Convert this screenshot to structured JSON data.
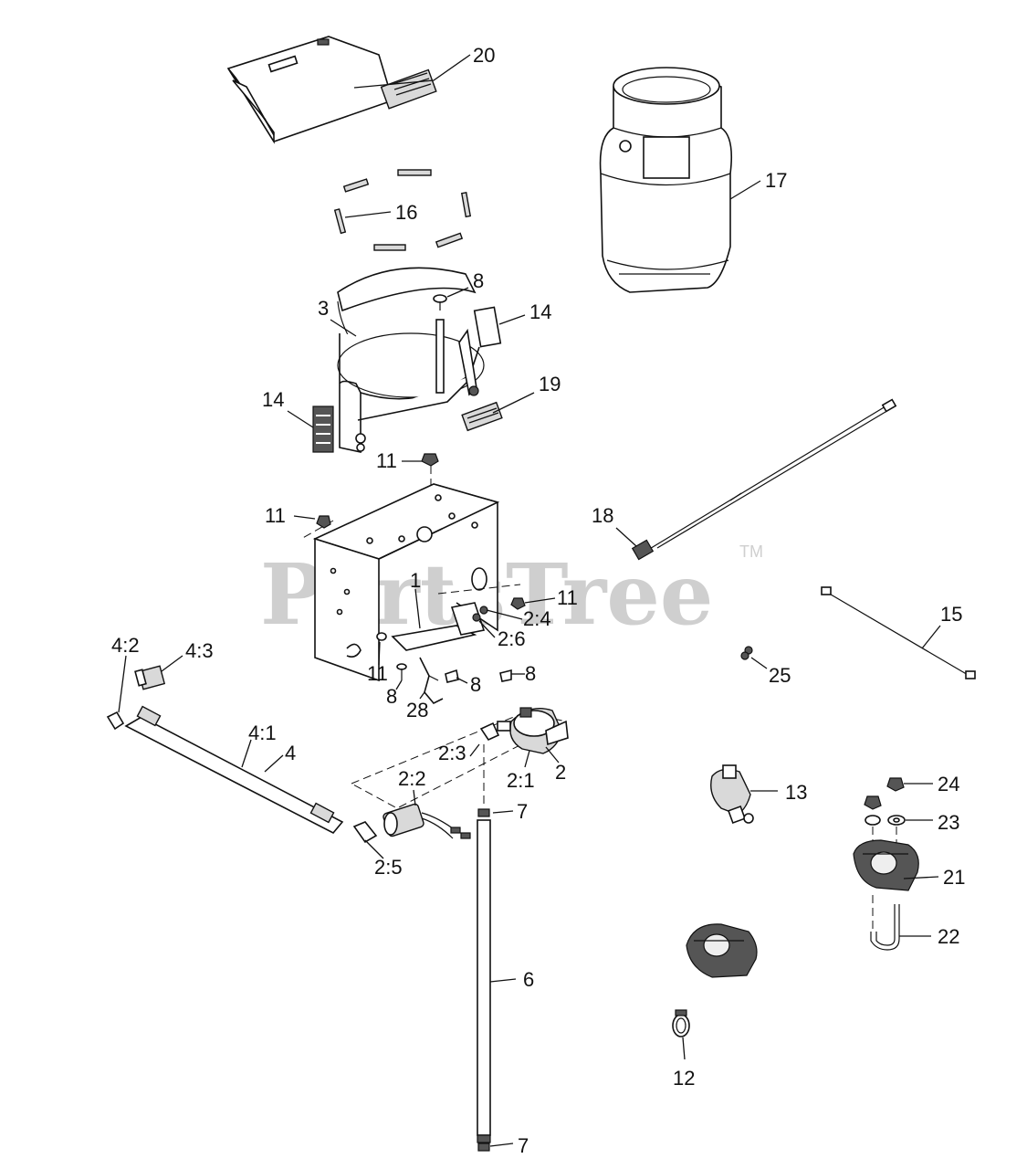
{
  "watermark": {
    "text": "PartsTree",
    "trademark": "TM"
  },
  "callouts": [
    {
      "id": "c20",
      "text": "20"
    },
    {
      "id": "c17",
      "text": "17"
    },
    {
      "id": "c16",
      "text": "16"
    },
    {
      "id": "c8a",
      "text": "8"
    },
    {
      "id": "c3",
      "text": "3"
    },
    {
      "id": "c14a",
      "text": "14"
    },
    {
      "id": "c19",
      "text": "19"
    },
    {
      "id": "c14b",
      "text": "14"
    },
    {
      "id": "c11a",
      "text": "11"
    },
    {
      "id": "c11b",
      "text": "11"
    },
    {
      "id": "c18",
      "text": "18"
    },
    {
      "id": "c1",
      "text": "1"
    },
    {
      "id": "c11c",
      "text": "11"
    },
    {
      "id": "c24a",
      "text": "2:4"
    },
    {
      "id": "c26",
      "text": "2:6"
    },
    {
      "id": "c15",
      "text": "15"
    },
    {
      "id": "c42",
      "text": "4:2"
    },
    {
      "id": "c43",
      "text": "4:3"
    },
    {
      "id": "c11d",
      "text": "11"
    },
    {
      "id": "c8b",
      "text": "8"
    },
    {
      "id": "c8c",
      "text": "8"
    },
    {
      "id": "c8d",
      "text": "8"
    },
    {
      "id": "c28",
      "text": "28"
    },
    {
      "id": "c25",
      "text": "25"
    },
    {
      "id": "c41",
      "text": "4:1"
    },
    {
      "id": "c4",
      "text": "4"
    },
    {
      "id": "c23b",
      "text": "2:3"
    },
    {
      "id": "c21b",
      "text": "2:1"
    },
    {
      "id": "c2",
      "text": "2"
    },
    {
      "id": "c22b",
      "text": "2:2"
    },
    {
      "id": "c7a",
      "text": "7"
    },
    {
      "id": "c13",
      "text": "13"
    },
    {
      "id": "c24",
      "text": "24"
    },
    {
      "id": "c23",
      "text": "23"
    },
    {
      "id": "c21",
      "text": "21"
    },
    {
      "id": "c25b",
      "text": "2:5"
    },
    {
      "id": "c22",
      "text": "22"
    },
    {
      "id": "c6",
      "text": "6"
    },
    {
      "id": "c12",
      "text": "12"
    },
    {
      "id": "c7b",
      "text": "7"
    }
  ]
}
